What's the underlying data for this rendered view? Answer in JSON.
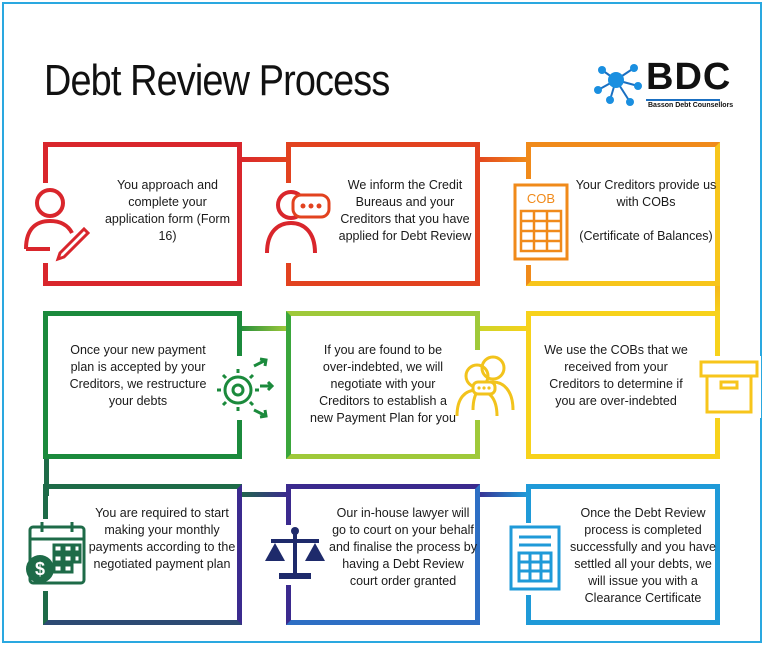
{
  "title": "Debt Review Process",
  "logo": {
    "name": "BDC",
    "tagline": "Basson Debt Counsellors"
  },
  "icons": {
    "cob_label": "COB"
  },
  "steps": [
    {
      "text": "You approach  and complete your application form (Form 16)",
      "icon": "person-pen-icon",
      "color": "#d9262c"
    },
    {
      "text": "We inform the Credit Bureaus and your Creditors that you have applied for Debt Review",
      "icon": "person-chat-icon",
      "color": "#e2421f"
    },
    {
      "text": "Your Creditors provide us with COBs\n\n(Certificate of Balances)",
      "icon": "cob-document-icon",
      "color": "#f08a1a"
    },
    {
      "text": "We use the COBs that we received from your Creditors to determine if you are over-indebted",
      "icon": "archive-box-icon",
      "color": "#f7d21b"
    },
    {
      "text": "If you are found to be over-indebted, we will negotiate with your Creditors to establish a new Payment Plan for you",
      "icon": "people-talking-icon",
      "color": "#9fc93a"
    },
    {
      "text": "Once your new payment plan is accepted by your Creditors, we restructure your debts",
      "icon": "gear-arrows-icon",
      "color": "#1b8a3c"
    },
    {
      "text": "You are required to start making your monthly payments according to the negotiated payment plan",
      "icon": "calendar-dollar-icon",
      "color": "#1e6b48"
    },
    {
      "text": "Our in-house lawyer will go to court on your behalf and finalise the process by having a Debt Review court order granted",
      "icon": "scales-icon",
      "color": "#3b2a8e"
    },
    {
      "text": "Once the Debt Review process is completed successfully and you have settled all your debts, we will issue you with a Clearance Certificate",
      "icon": "certificate-icon",
      "color": "#1f9ad8"
    }
  ]
}
